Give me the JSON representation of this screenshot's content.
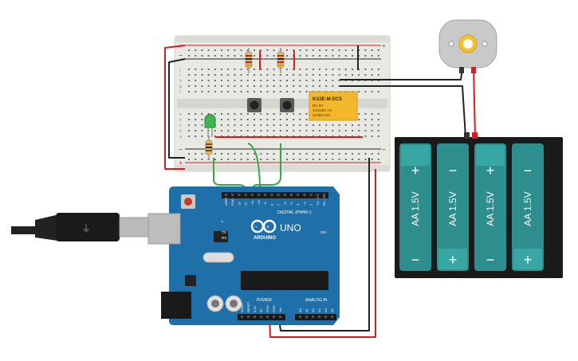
{
  "relay": {
    "model": "KS2E-M-DC5",
    "lines": [
      "DC 5V",
      "1A/125V AC",
      "2A/30V DC"
    ]
  },
  "arduino": {
    "brand": "ARDUINO",
    "model": "UNO",
    "digital_label": "DIGITAL (PWM~)",
    "power_label": "POWER",
    "analog_label": "ANALOG IN",
    "on_label": "ON",
    "tx_label": "TX",
    "rx_label": "RX",
    "l_label": "L",
    "digital_pins": [
      "AREF",
      "GND",
      "13",
      "12",
      "~11",
      "~10",
      "~9",
      "8",
      "7",
      "~6",
      "~5",
      "4",
      "~3",
      "2",
      "TX→1",
      "RX←0"
    ],
    "power_pins": [
      "IOREF",
      "RESET",
      "3.3V",
      "5V",
      "GND",
      "GND",
      "Vin"
    ],
    "analog_pins": [
      "A0",
      "A1",
      "A2",
      "A3",
      "A4",
      "A5"
    ]
  },
  "battery": {
    "cells": [
      {
        "label": "AA 1.5V",
        "top": "+",
        "bottom": "−"
      },
      {
        "label": "AA 1.5V",
        "top": "−",
        "bottom": "+"
      },
      {
        "label": "AA 1.5V",
        "top": "+",
        "bottom": "−"
      },
      {
        "label": "AA 1.5V",
        "top": "−",
        "bottom": "+"
      }
    ]
  },
  "breadboard": {
    "row_letters_top": [
      "j",
      "i",
      "h",
      "g",
      "f"
    ],
    "row_letters_bottom": [
      "e",
      "d",
      "c",
      "b",
      "a"
    ],
    "rail_plus": "+",
    "rail_minus": "−"
  },
  "colors": {
    "wire_red": "#d21f1f",
    "wire_black": "#222222",
    "wire_green": "#3aa64c",
    "board_blue": "#1f6fa8",
    "battery_teal": "#2e8d8d",
    "relay_yellow": "#f2b72c"
  }
}
